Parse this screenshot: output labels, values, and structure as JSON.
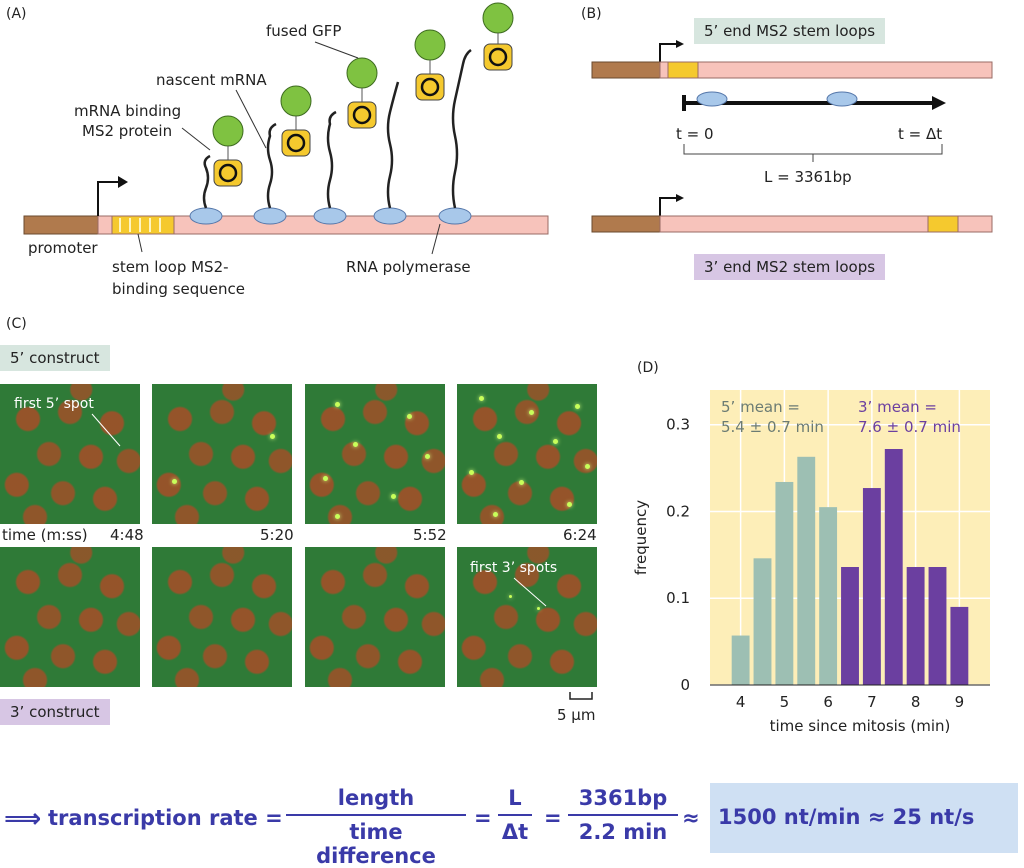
{
  "panelA": {
    "letter": "(A)",
    "labels": {
      "fused_gfp": "fused GFP",
      "nascent_mrna": "nascent mRNA",
      "binding_line1": "mRNA binding",
      "binding_line2": "MS2 protein",
      "promoter": "promoter",
      "stem_line1": "stem loop MS2-",
      "stem_line2": "binding sequence",
      "polymerase": "RNA polymerase"
    }
  },
  "panelB": {
    "letter": "(B)",
    "top_tag": "5’ end MS2 stem loops",
    "bottom_tag": "3’ end MS2 stem loops",
    "t0": "t = 0",
    "tdt": "t = Δt",
    "length": "L = 3361bp"
  },
  "panelC": {
    "letter": "(C)",
    "tag5": "5’ construct",
    "tag3": "3’ construct",
    "time_label": "time (m:ss)",
    "times": [
      "4:48",
      "5:20",
      "5:52",
      "6:24"
    ],
    "first5": "first 5’ spot",
    "first3": "first 3’ spots",
    "scale": "5 μm"
  },
  "panelD": {
    "letter": "(D)",
    "mean5_line1": "5’ mean =",
    "mean5_line2": "5.4 ± 0.7 min",
    "mean3_line1": "3’ mean =",
    "mean3_line2": "7.6 ± 0.7 min"
  },
  "chart_data": {
    "type": "bar",
    "xlabel": "time since mitosis (min)",
    "ylabel": "frequency",
    "xlim": [
      3.3,
      9.7
    ],
    "ylim": [
      0,
      0.34
    ],
    "xticks": [
      4,
      5,
      6,
      7,
      8,
      9
    ],
    "yticks": [
      0,
      0.1,
      0.2,
      0.3
    ],
    "ytick_labels": [
      "0",
      "0.1",
      "0.2",
      "0.3"
    ],
    "bin_width": 0.5,
    "series": [
      {
        "color": "#9dbfb3",
        "x": [
          4.0,
          4.5,
          5.0,
          5.5,
          6.0,
          6.5,
          7.0
        ],
        "values": [
          0.057,
          0.146,
          0.234,
          0.263,
          0.205,
          0.057,
          0.029
        ]
      },
      {
        "color": "#6b3fa0",
        "x": [
          6.5,
          7.0,
          7.5,
          8.0,
          8.5,
          9.0
        ],
        "values": [
          0.136,
          0.227,
          0.272,
          0.136,
          0.136,
          0.09
        ]
      }
    ],
    "background": "#fdeeb8",
    "grid": true
  },
  "formula": {
    "arrow": "⟹",
    "lhs": "transcription rate =",
    "num1": "length",
    "den1": "time difference",
    "eq2": "=",
    "num2": "L",
    "den2": "Δt",
    "eq3": "=",
    "num3": "3361bp",
    "den3": "2.2 min",
    "approx": "≈",
    "result": "1500 nt/min ≈ 25 nt/s",
    "result_bg": "#cfe0f3"
  }
}
